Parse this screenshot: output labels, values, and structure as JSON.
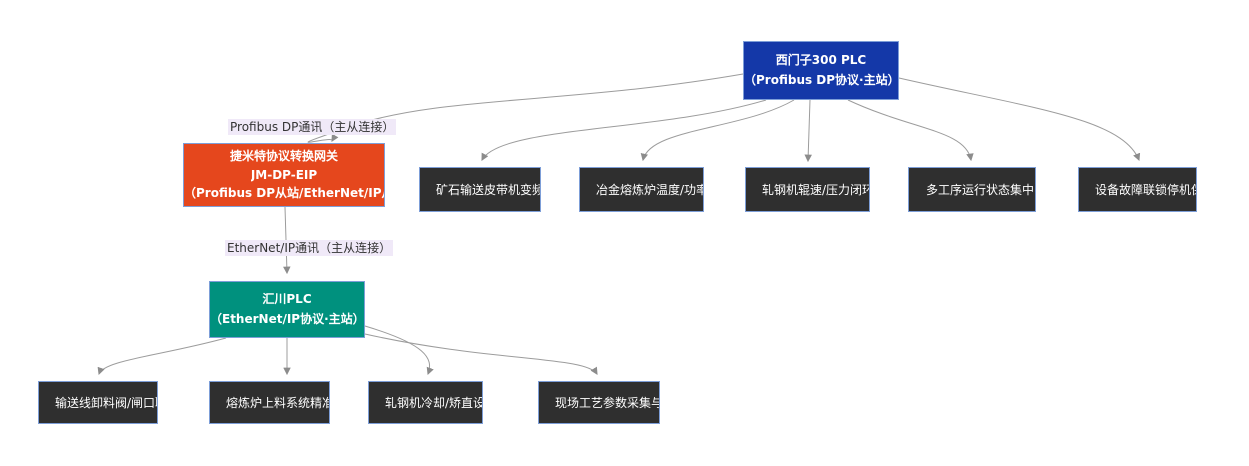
{
  "edge_labels": {
    "profibus": "Profibus DP通讯（主从连接）",
    "ethernet": "EtherNet/IP通讯（主从连接）"
  },
  "nodes": {
    "siemens_plc": {
      "lines": [
        "西门子300 PLC",
        "（Profibus DP协议·主站）"
      ]
    },
    "gateway": {
      "lines": [
        "捷米特协议转换网关",
        "JM-DP-EIP",
        "（Profibus DP从站/EtherNet/IP从站·"
      ]
    },
    "huichuan_plc": {
      "lines": [
        "汇川PLC",
        "（EtherNet/IP协议·主站）"
      ]
    },
    "profibus_functions": [
      {
        "label": "矿石输送皮带机变频"
      },
      {
        "label": "冶金熔炼炉温度/功率"
      },
      {
        "label": "轧钢机辊速/压力闭环"
      },
      {
        "label": "多工序运行状态集中"
      },
      {
        "label": "设备故障联锁停机保护"
      }
    ],
    "ethernet_functions": [
      {
        "label": "输送线卸料阀/闸口联"
      },
      {
        "label": "熔炼炉上料系统精准"
      },
      {
        "label": "轧钢机冷却/矫直设备"
      },
      {
        "label": "现场工艺参数采集与"
      }
    ]
  },
  "colors": {
    "siemens_blue": "#1438a8",
    "gateway_orange": "#e5471d",
    "huichuan_teal": "#00917e",
    "function_dark": "#2f2f2f",
    "node_border": "#7d9ed8",
    "edge_line": "#999999",
    "edge_label_bg": "#f0e9f8"
  }
}
